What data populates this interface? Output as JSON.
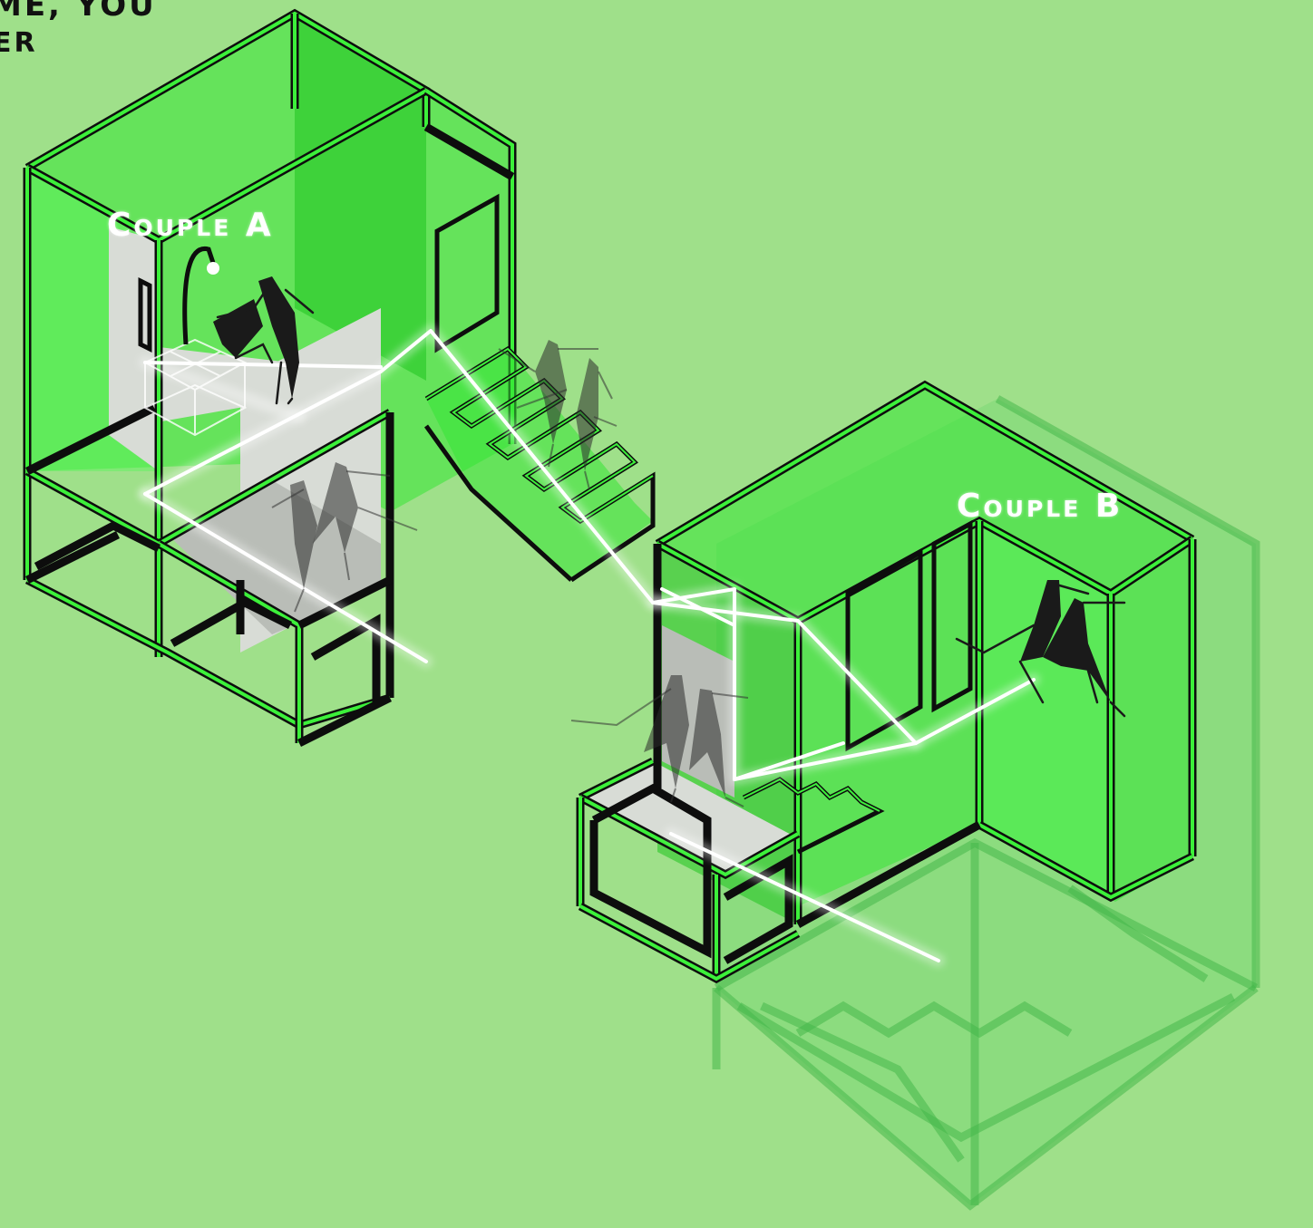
{
  "corner_text": {
    "line1": "ME, YOU",
    "line2": "ER"
  },
  "labels": {
    "couple_a": "Couple A",
    "couple_b": "Couple B"
  },
  "colors": {
    "background": "#9fe08a",
    "frame_outline": "#0d0d0d",
    "frame_inner": "#3cf03a",
    "glass": "#34e534",
    "wall": "#d8dcd6",
    "light_path": "#ffffff"
  }
}
